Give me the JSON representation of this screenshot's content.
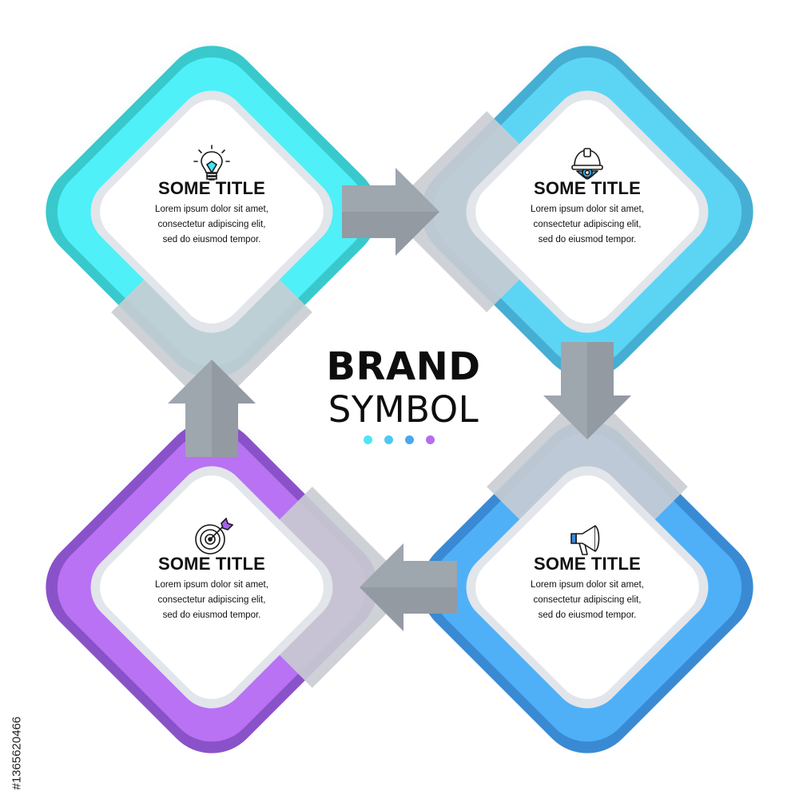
{
  "brand": {
    "line1": "BRAND",
    "line2": "SYMBOL"
  },
  "dots": [
    "#4ee6f5",
    "#4cc9ef",
    "#48a9ef",
    "#b26ef0"
  ],
  "nodes": [
    {
      "title": "SOME TITLE",
      "body": [
        "Lorem ipsum dolor sit amet,",
        "consectetur adipiscing elit,",
        "sed do eiusmod tempor."
      ],
      "icon": "lightbulb-icon",
      "color_light": "#4ff0f8",
      "color_dark": "#39c9cc"
    },
    {
      "title": "SOME TITLE",
      "body": [
        "Lorem ipsum dolor sit amet,",
        "consectetur adipiscing elit,",
        "sed do eiusmod tempor."
      ],
      "icon": "hardhat-gear-icon",
      "color_light": "#5cd5f5",
      "color_dark": "#46aed3"
    },
    {
      "title": "SOME TITLE",
      "body": [
        "Lorem ipsum dolor sit amet,",
        "consectetur adipiscing elit,",
        "sed do eiusmod tempor."
      ],
      "icon": "megaphone-icon",
      "color_light": "#4fb0f7",
      "color_dark": "#3a8ad3"
    },
    {
      "title": "SOME TITLE",
      "body": [
        "Lorem ipsum dolor sit amet,",
        "consectetur adipiscing elit,",
        "sed do eiusmod tempor."
      ],
      "icon": "target-dart-icon",
      "color_light": "#b872f3",
      "color_dark": "#8a52c8"
    }
  ],
  "arrow_color": "#9ea6ae",
  "watermark_id": "#1365620466"
}
